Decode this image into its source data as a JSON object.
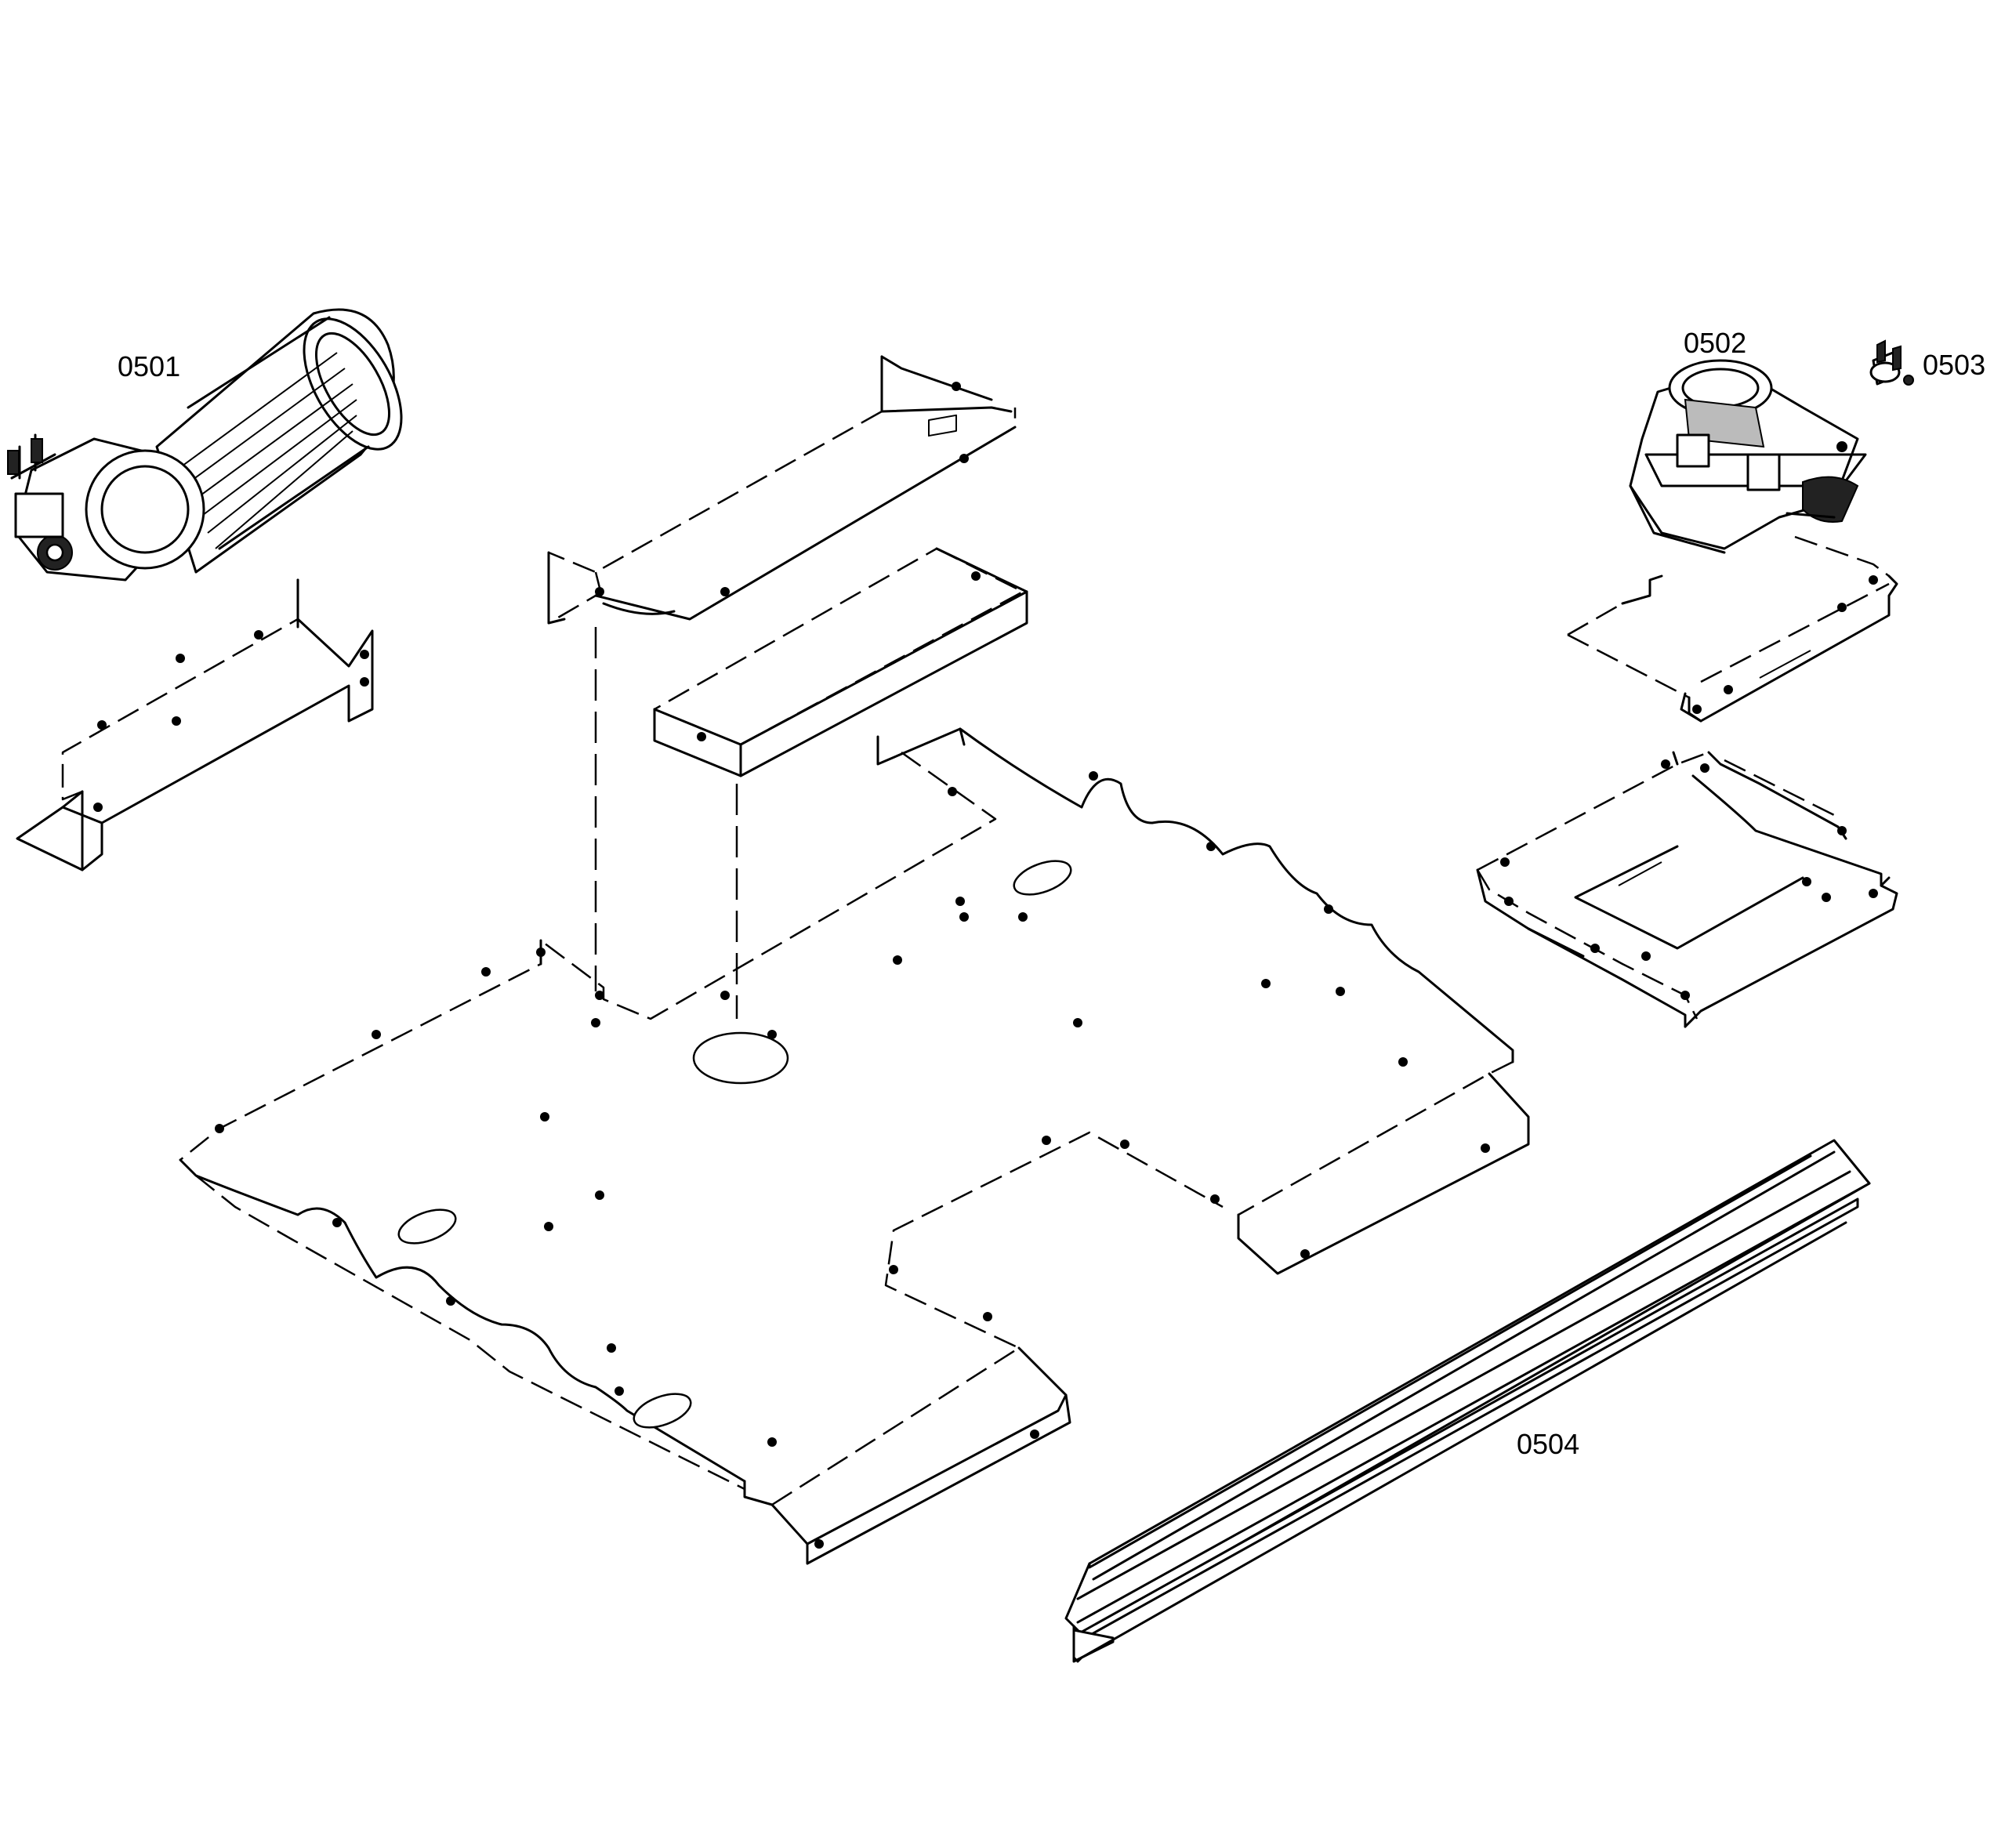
{
  "parts": [
    {
      "id": "fan-motor",
      "number": "0501"
    },
    {
      "id": "door-lock",
      "number": "0502"
    },
    {
      "id": "thermostat",
      "number": "0503"
    },
    {
      "id": "front-strip",
      "number": "0504"
    }
  ]
}
